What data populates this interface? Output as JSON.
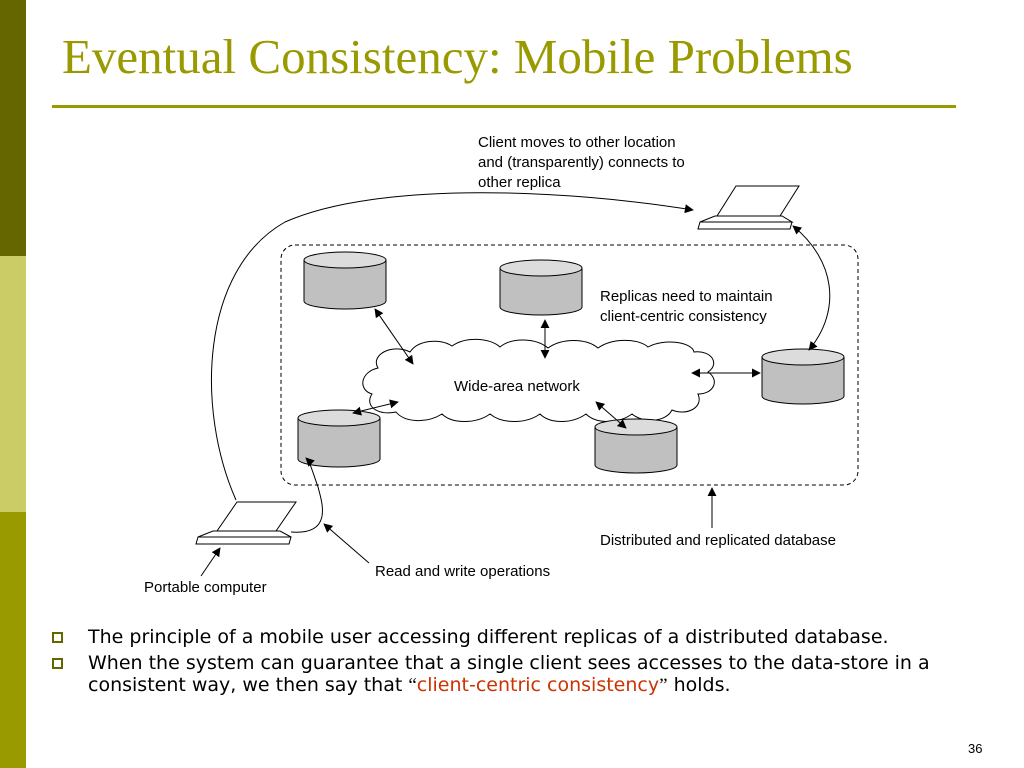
{
  "slide": {
    "title": "Eventual Consistency: Mobile Problems",
    "page_number": "36"
  },
  "colors": {
    "accent": "#999900",
    "sidebar": [
      "#666600",
      "#cccc66",
      "#999900"
    ],
    "highlight": "#cc3300",
    "disk_gray": "#c0c0c0"
  },
  "diagram": {
    "client_moves_label": [
      "Client moves to other location",
      "and (transparently) connects to",
      "other replica"
    ],
    "replicas_label": [
      "Replicas need to maintain",
      "client-centric consistency"
    ],
    "network_label": "Wide-area network",
    "database_label": "Distributed and replicated database",
    "operations_label": "Read and write operations",
    "computer_label": "Portable computer"
  },
  "bullets": [
    {
      "text": "The principle of a mobile user accessing different replicas of a distributed database."
    },
    {
      "text_before": "When the system can guarantee that a single client sees accesses to the data-store in a consistent way, we then say that ",
      "quote_open": "“",
      "highlight": "client-centric consistency",
      "quote_close": "”",
      "text_after": " holds."
    }
  ]
}
